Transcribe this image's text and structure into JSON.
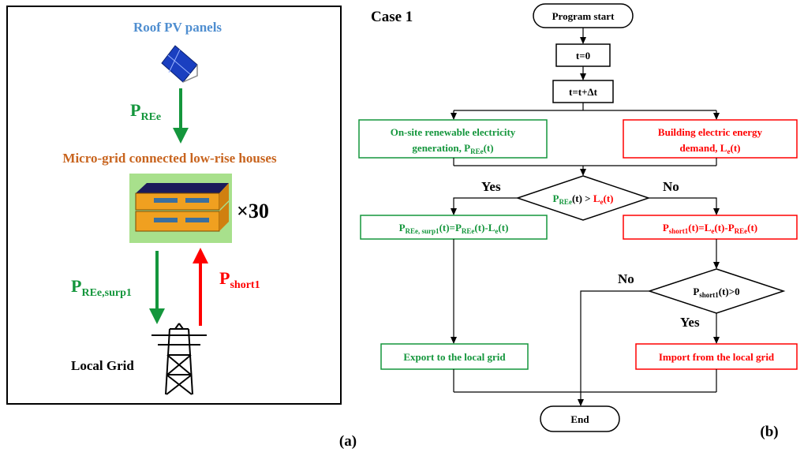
{
  "panel_a": {
    "title": "Roof PV panels",
    "p_ree_main": "P",
    "p_ree_sub": "REe",
    "houses_label": "Micro-grid connected low-rise houses",
    "multiplier": "×30",
    "p_surp_main": "P",
    "p_surp_sub": "REe,surp1",
    "p_short_main": "P",
    "p_short_sub": "short1",
    "grid_label": "Local Grid",
    "panel_letter": "(a)"
  },
  "panel_b": {
    "case_label": "Case 1",
    "start": "Program start",
    "t0": "t=0",
    "tinc": "t=t+Δt",
    "gen_line1": "On-site renewable electricity",
    "gen_line2_pre": "generation, P",
    "gen_line2_sub": "REe",
    "gen_line2_post": "(t)",
    "dem_line1": "Building electric energy",
    "dem_line2_pre": "demand, L",
    "dem_line2_sub": "e",
    "dem_line2_post": "(t)",
    "dec1_p": "P",
    "dec1_psub": "REe",
    "dec1_mid": "(t) > ",
    "dec1_l": "L",
    "dec1_lsub": "e",
    "dec1_end": "(t)",
    "yes1": "Yes",
    "no1": "No",
    "surp_p": "P",
    "surp_sub": "REe, surp1",
    "surp_eq": "(t)=P",
    "surp_sub2": "REe",
    "surp_mid": "(t)-L",
    "surp_sub3": "e",
    "surp_end": "(t)",
    "short_p": "P",
    "short_sub": "short1",
    "short_eq": "(t)=L",
    "short_sub2": "e",
    "short_mid": "(t)-P",
    "short_sub3": "REe",
    "short_end": "(t)",
    "dec2_p": "P",
    "dec2_sub": "short1",
    "dec2_end": "(t)>0",
    "no2": "No",
    "yes2": "Yes",
    "export": "Export to the local grid",
    "import": "Import from the local grid",
    "end": "End",
    "panel_letter": "(b)"
  },
  "colors": {
    "green": "#14963c",
    "red": "#ff0000",
    "blue": "#4f8ed0",
    "orange": "#c8641e",
    "black": "#000000"
  }
}
